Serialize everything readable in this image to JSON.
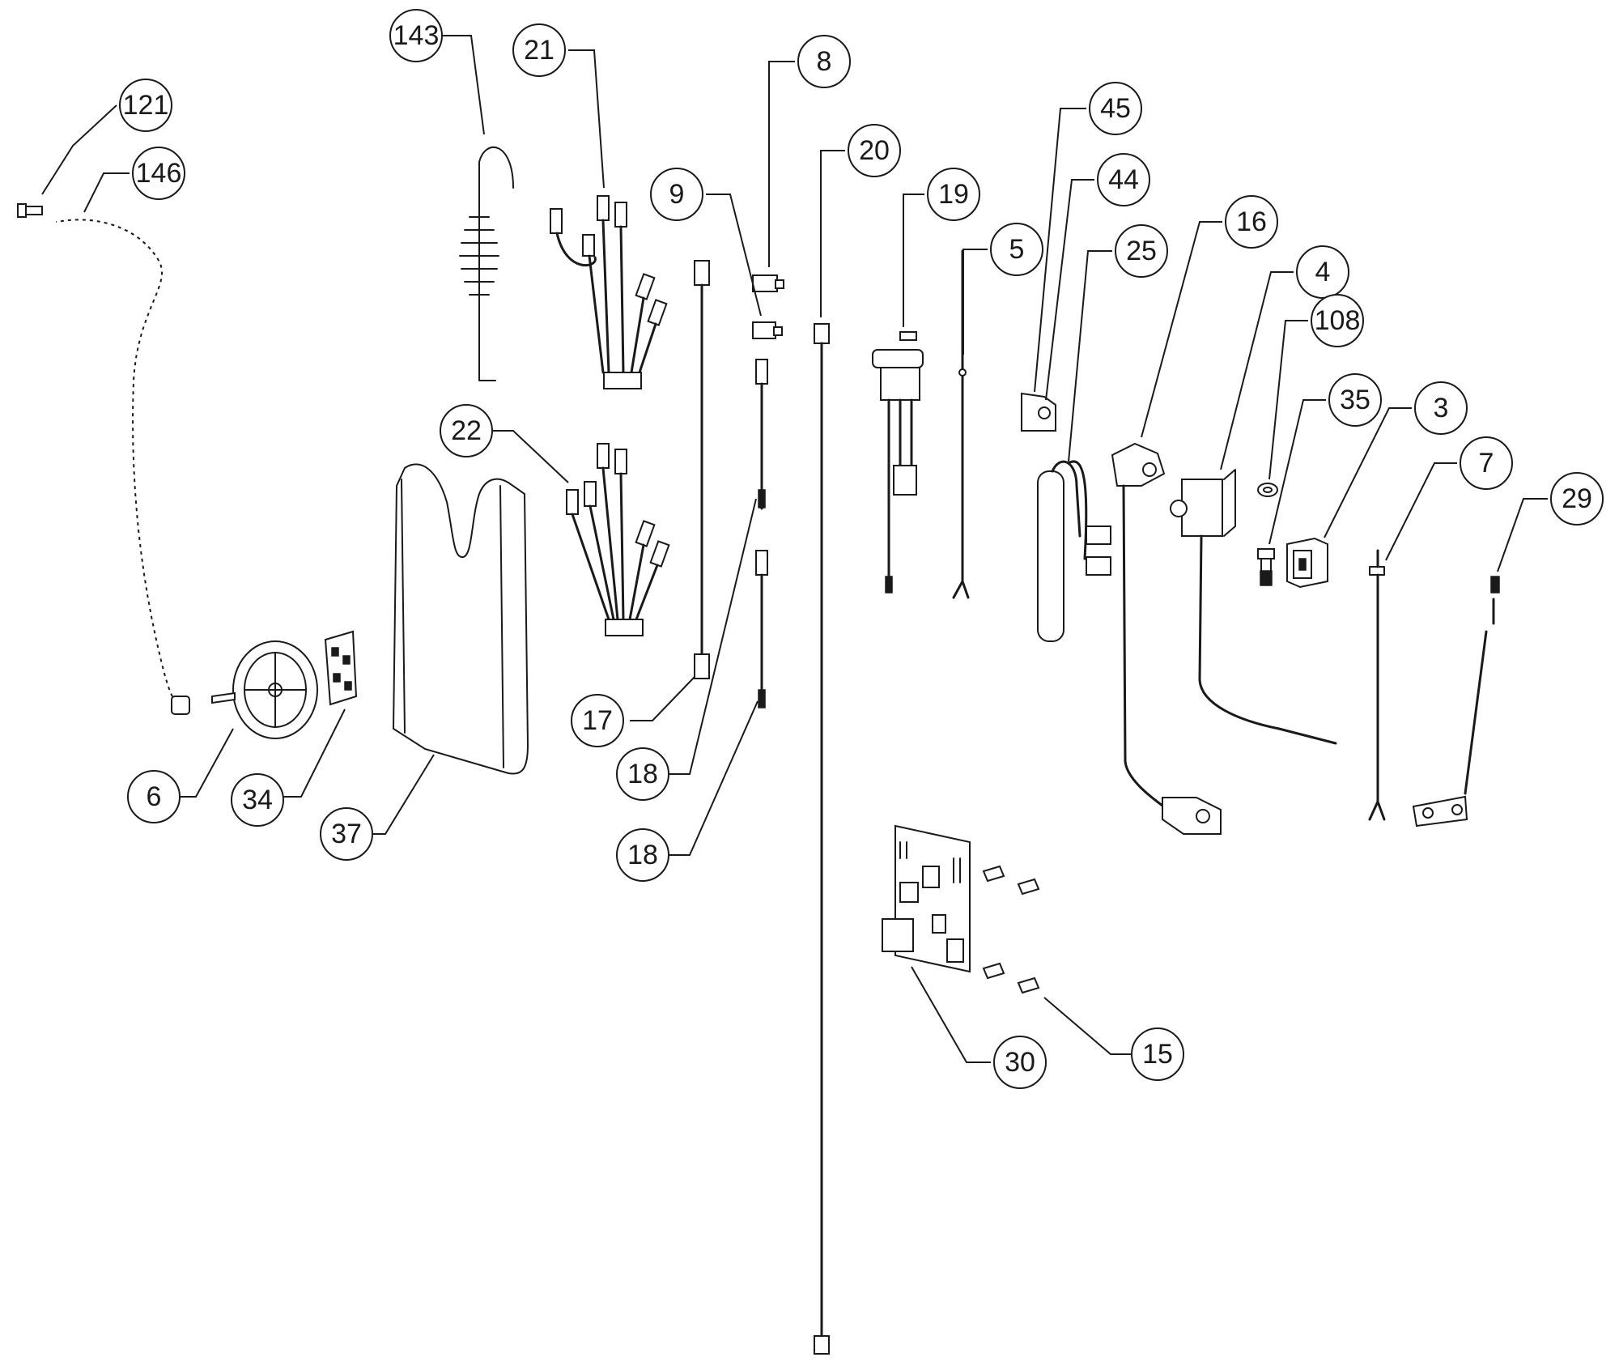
{
  "callouts": [
    {
      "id": "c143",
      "label": "143"
    },
    {
      "id": "c121",
      "label": "121"
    },
    {
      "id": "c146",
      "label": "146"
    },
    {
      "id": "c21",
      "label": "21"
    },
    {
      "id": "c8",
      "label": "8"
    },
    {
      "id": "c20",
      "label": "20"
    },
    {
      "id": "c9",
      "label": "9"
    },
    {
      "id": "c45",
      "label": "45"
    },
    {
      "id": "c19",
      "label": "19"
    },
    {
      "id": "c44",
      "label": "44"
    },
    {
      "id": "c5",
      "label": "5"
    },
    {
      "id": "c25",
      "label": "25"
    },
    {
      "id": "c16",
      "label": "16"
    },
    {
      "id": "c4",
      "label": "4"
    },
    {
      "id": "c108",
      "label": "108"
    },
    {
      "id": "c35",
      "label": "35"
    },
    {
      "id": "c3",
      "label": "3"
    },
    {
      "id": "c7",
      "label": "7"
    },
    {
      "id": "c29",
      "label": "29"
    },
    {
      "id": "c22",
      "label": "22"
    },
    {
      "id": "c17",
      "label": "17"
    },
    {
      "id": "c18a",
      "label": "18"
    },
    {
      "id": "c18b",
      "label": "18"
    },
    {
      "id": "c6",
      "label": "6"
    },
    {
      "id": "c34",
      "label": "34"
    },
    {
      "id": "c37",
      "label": "37"
    },
    {
      "id": "c30",
      "label": "30"
    },
    {
      "id": "c15",
      "label": "15"
    }
  ]
}
